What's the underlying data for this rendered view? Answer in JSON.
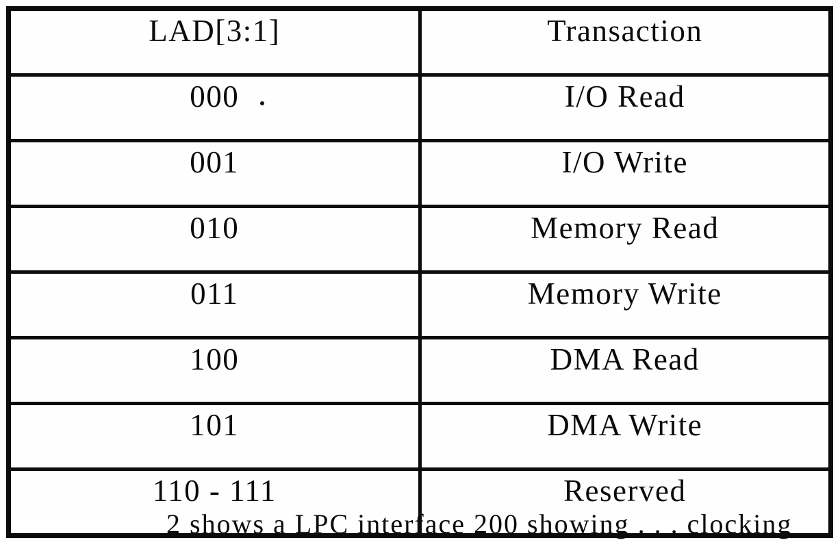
{
  "table": {
    "columns": [
      "LAD[3:1]",
      "Transaction"
    ],
    "rows": [
      [
        "000",
        "I/O Read"
      ],
      [
        "001",
        "I/O Write"
      ],
      [
        "010",
        "Memory Read"
      ],
      [
        "011",
        "Memory  Write"
      ],
      [
        "100",
        "DMA Read"
      ],
      [
        "101",
        "DMA  Write"
      ],
      [
        "110 - 111",
        "Reserved"
      ]
    ]
  },
  "caption_fragment": "2 shows a LPC interface 200 showing . . . clocking",
  "colors": {
    "ink": "#0b0b0b",
    "paper": "#fefefe"
  }
}
